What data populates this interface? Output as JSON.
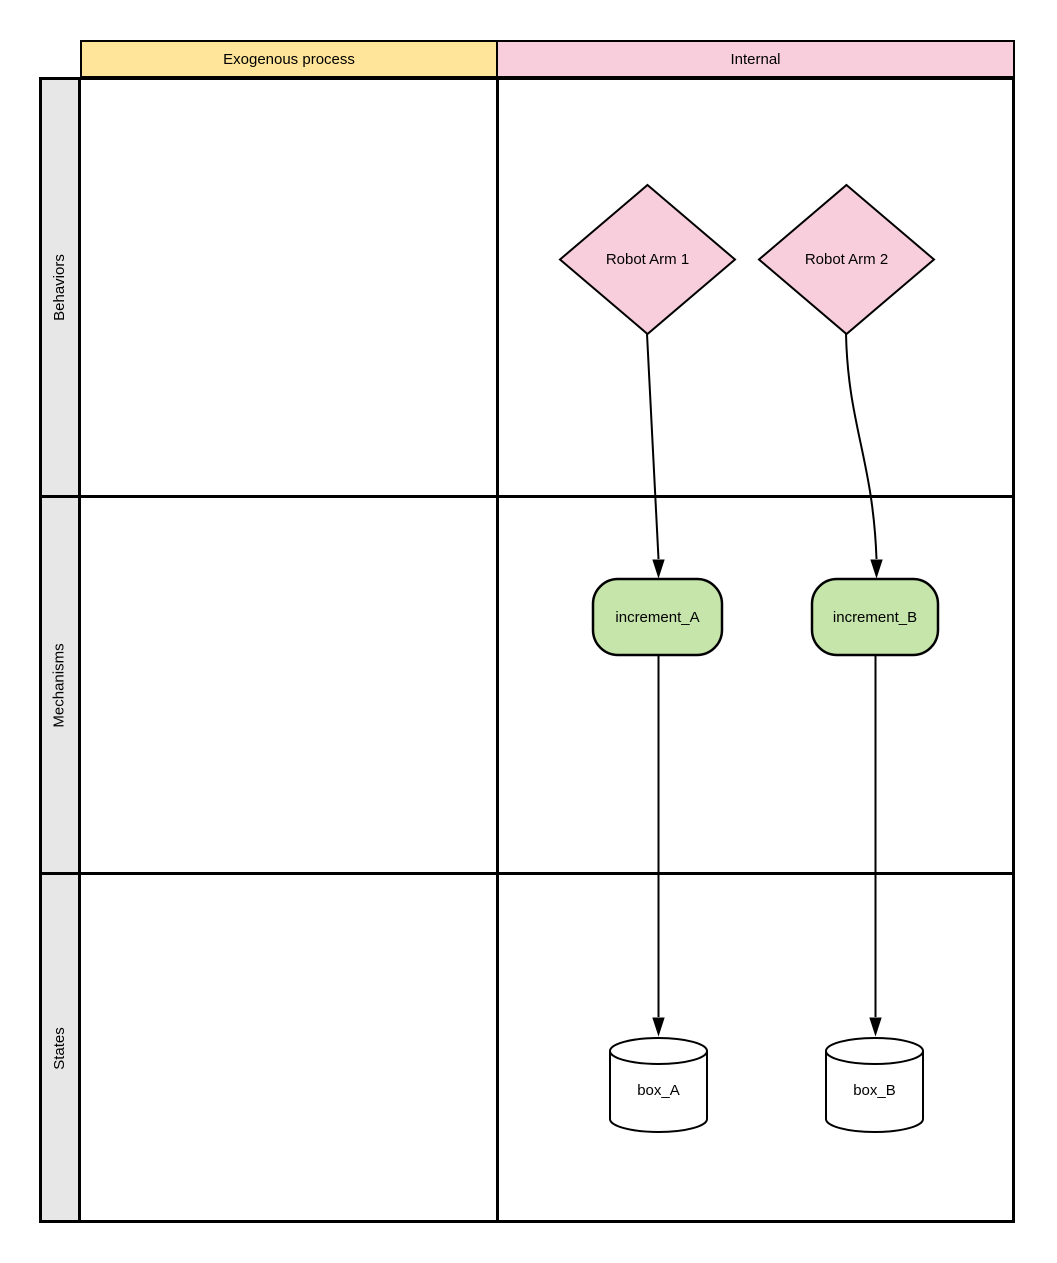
{
  "headers": {
    "columns": [
      {
        "label": "Exogenous process"
      },
      {
        "label": "Internal"
      }
    ],
    "rows": [
      {
        "label": "Behaviors"
      },
      {
        "label": "Mechanisms"
      },
      {
        "label": "States"
      }
    ]
  },
  "nodes": {
    "robot_arm_1": {
      "label": "Robot Arm 1",
      "shape": "diamond"
    },
    "robot_arm_2": {
      "label": "Robot Arm 2",
      "shape": "diamond"
    },
    "increment_a": {
      "label": "increment_A",
      "shape": "rounded-rectangle"
    },
    "increment_b": {
      "label": "increment_B",
      "shape": "rounded-rectangle"
    },
    "box_a": {
      "label": "box_A",
      "shape": "cylinder"
    },
    "box_b": {
      "label": "box_B",
      "shape": "cylinder"
    }
  },
  "edges": [
    {
      "from": "robot_arm_1",
      "to": "increment_a"
    },
    {
      "from": "robot_arm_2",
      "to": "increment_b"
    },
    {
      "from": "increment_a",
      "to": "box_a"
    },
    {
      "from": "increment_b",
      "to": "box_b"
    }
  ],
  "colors": {
    "header_yellow": "#ffe599",
    "header_pink": "#f8cedc",
    "node_pink": "#f8cedc",
    "node_green": "#c5e5ab",
    "lane_gray": "#e7e7e7",
    "cylinder_white": "#ffffff",
    "stroke": "#000000"
  }
}
